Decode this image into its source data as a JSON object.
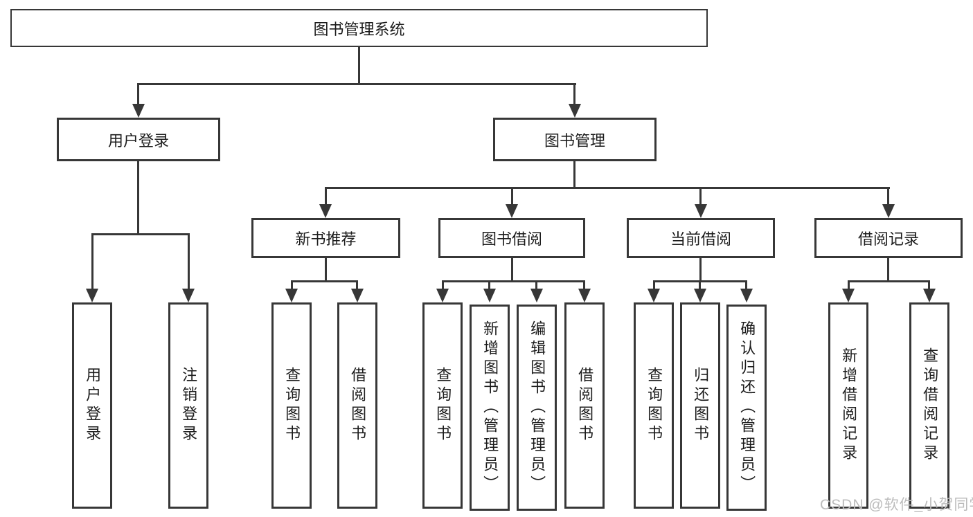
{
  "root": {
    "label": "图书管理系统"
  },
  "branches": [
    {
      "label": "用户登录",
      "children": [
        {
          "label": "用户登录"
        },
        {
          "label": "注销登录"
        }
      ]
    },
    {
      "label": "图书管理",
      "children": [
        {
          "label": "新书推荐",
          "children": [
            {
              "label": "查询图书"
            },
            {
              "label": "借阅图书"
            }
          ]
        },
        {
          "label": "图书借阅",
          "children": [
            {
              "label": "查询图书"
            },
            {
              "label": "新增图书（管理员）"
            },
            {
              "label": "编辑图书（管理员）"
            },
            {
              "label": "借阅图书"
            }
          ]
        },
        {
          "label": "当前借阅",
          "children": [
            {
              "label": "查询图书"
            },
            {
              "label": "归还图书"
            },
            {
              "label": "确认归还（管理员）"
            }
          ]
        },
        {
          "label": "借阅记录",
          "children": [
            {
              "label": "新增借阅记录"
            },
            {
              "label": "查询借阅记录"
            }
          ]
        }
      ]
    }
  ],
  "watermark": "CSDN @软件_小贺同学",
  "colors": {
    "line": "#373737",
    "text": "#1c1c1c",
    "watermark": "#bcbcbc",
    "background": "#ffffff"
  }
}
